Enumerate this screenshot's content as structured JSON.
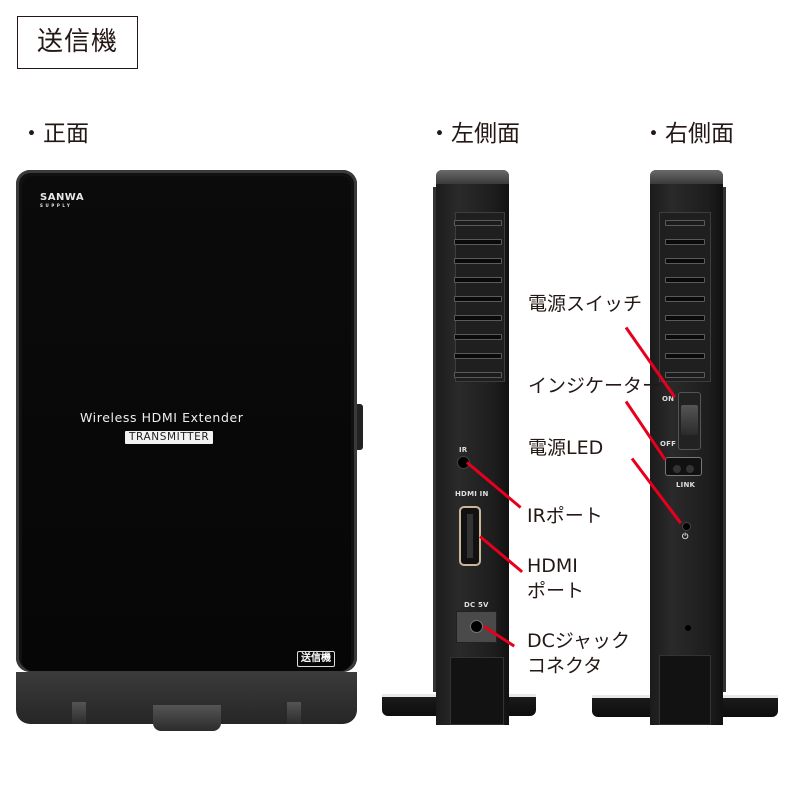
{
  "header": {
    "title": "送信機"
  },
  "views": {
    "front": {
      "label": "・正面"
    },
    "left": {
      "label": "・左側面"
    },
    "right": {
      "label": "・右側面"
    }
  },
  "device_front": {
    "brand": "SANWA",
    "brand_sub": "SUPPLY",
    "product_name": "Wireless HDMI Extender",
    "product_type": "TRANSMITTER",
    "unit_badge": "送信機"
  },
  "device_left": {
    "port_ir": "IR",
    "port_hdmi": "HDMI IN",
    "port_dc": "DC 5V"
  },
  "device_right": {
    "switch_on": "ON",
    "switch_off": "OFF",
    "indicator": "LINK",
    "power_symbol": "⏻"
  },
  "callouts": {
    "power_switch": "電源スイッチ",
    "indicator": "インジケーター",
    "power_led": "電源LED",
    "ir_port": "IRポート",
    "hdmi_port_line1": "HDMI",
    "hdmi_port_line2": "ポート",
    "dc_jack_line1": "DCジャック",
    "dc_jack_line2": "コネクタ"
  },
  "colors": {
    "leader": "#e6001e",
    "text": "#231815",
    "device": "#111111"
  }
}
